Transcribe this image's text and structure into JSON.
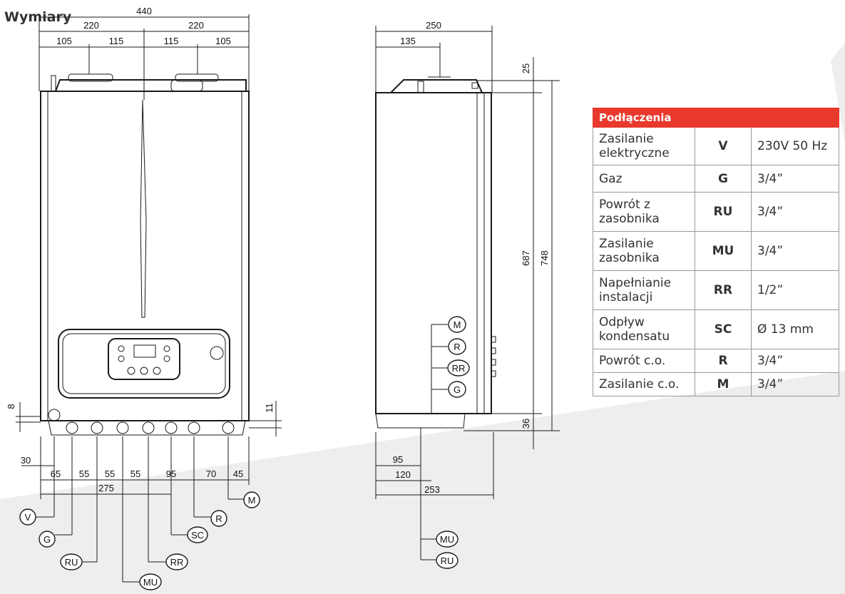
{
  "page": {
    "title": "Wymiary"
  },
  "colors": {
    "accent": "#e8392c",
    "line": "#1a1a1a",
    "bg_shape": "#eeeeee"
  },
  "front_view": {
    "top_dims": {
      "overall": "440",
      "half_left": "220",
      "half_right": "220",
      "segments": [
        "105",
        "115",
        "115",
        "105"
      ]
    },
    "left_dims": {
      "offset_8": "8",
      "offset_30": "30"
    },
    "right_dims": {
      "offset_11": "11"
    },
    "bottom_dims": {
      "segments": [
        "65",
        "55",
        "55",
        "55",
        "95",
        "70",
        "45"
      ],
      "total": "275"
    },
    "connectors": [
      "V",
      "G",
      "RU",
      "MU",
      "RR",
      "SC",
      "R",
      "M"
    ]
  },
  "side_view": {
    "top_dims": {
      "overall": "250",
      "inner": "135"
    },
    "right_dims": {
      "top_gap": "25",
      "body_height": "687",
      "total_height": "748",
      "bottom_gap": "36"
    },
    "bottom_dims": {
      "d95": "95",
      "d120": "120",
      "d253": "253"
    },
    "side_connectors": [
      "M",
      "R",
      "RR",
      "G"
    ],
    "bottom_connectors": [
      "MU",
      "RU"
    ]
  },
  "table": {
    "header": "Podłączenia",
    "rows": [
      {
        "name": "Zasilanie elektryczne",
        "symbol": "V",
        "value": "230V 50 Hz"
      },
      {
        "name": "Gaz",
        "symbol": "G",
        "value": "3/4”"
      },
      {
        "name": "Powrót z zasobnika",
        "symbol": "RU",
        "value": "3/4”"
      },
      {
        "name": "Zasilanie zasobnika",
        "symbol": "MU",
        "value": "3/4”"
      },
      {
        "name": "Napełnianie instalacji",
        "symbol": "RR",
        "value": "1/2”"
      },
      {
        "name": "Odpływ kondensatu",
        "symbol": "SC",
        "value": "Ø 13 mm"
      },
      {
        "name": "Powrót c.o.",
        "symbol": "R",
        "value": "3/4”"
      },
      {
        "name": "Zasilanie c.o.",
        "symbol": "M",
        "value": "3/4”"
      }
    ]
  }
}
